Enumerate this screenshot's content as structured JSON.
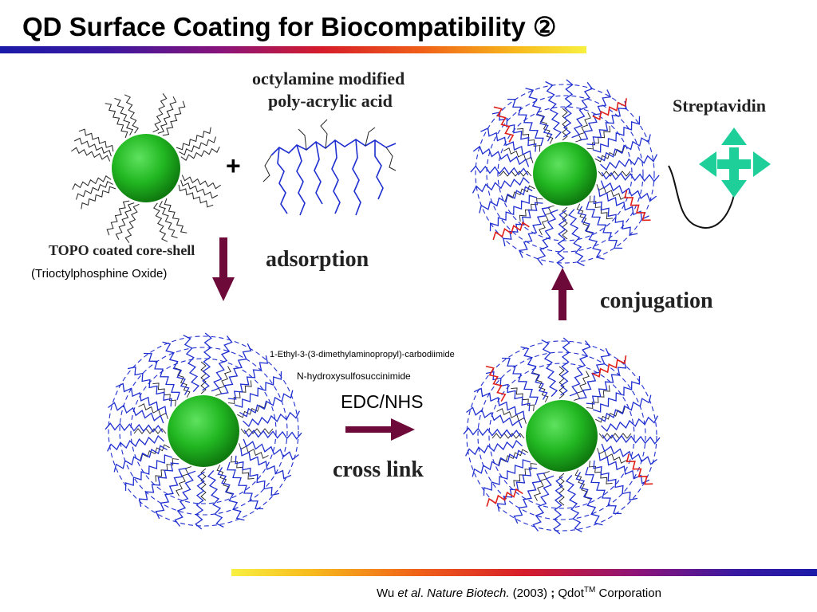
{
  "slide": {
    "title": "QD Surface Coating for Biocompatibility ②",
    "colors": {
      "accent_gradient": [
        "#1b1aa8",
        "#d61c2a",
        "#f06018",
        "#f7b91c",
        "#f8f040"
      ],
      "polymer": "#1f2fd0",
      "linker_red": "#e0201a",
      "topo": "#222222",
      "qd_core": "#22b822",
      "arrow": "#6d0a3a",
      "streptavidin": "#1fcf9a"
    }
  },
  "labels": {
    "polymer_line1": "octylamine modified",
    "polymer_line2": "poly-acrylic acid",
    "plus": "+",
    "topo": "TOPO coated core-shell",
    "topo_full": "(Trioctylphosphine Oxide)",
    "adsorption": "adsorption",
    "streptavidin": "Streptavidin",
    "conjugation": "conjugation",
    "edc_full": "1-Ethyl-3-(3-dimethylaminopropyl)-carbodiimide",
    "nhs_full": "N-hydroxysulfosuccinimide",
    "edc_nhs": "EDC/NHS",
    "cross_link": "cross link"
  },
  "citation": {
    "author": "Wu",
    "etal": "et al",
    "dot": ".",
    "journal": "Nature Biotech.",
    "year": "(2003)",
    "sep": ";",
    "company": "Qdot",
    "tm": "TM",
    "suffix": "Corporation"
  },
  "icons": [
    "qd-core-sphere",
    "topo-ligand-icon",
    "polymer-structure-icon",
    "streptavidin-icon",
    "process-arrow-icon"
  ]
}
